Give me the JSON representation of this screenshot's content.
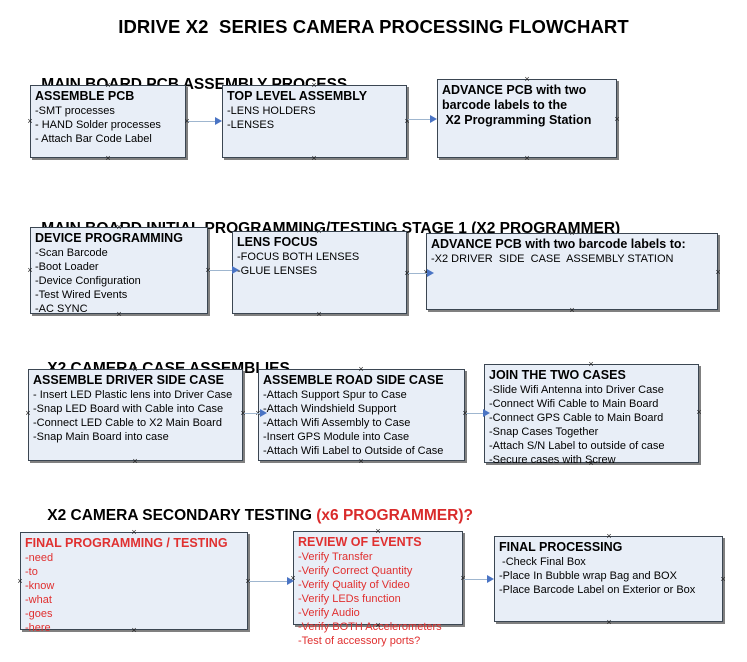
{
  "document": {
    "title": "IDRIVE X2  SERIES CAMERA PROCESSING FLOWCHART"
  },
  "sections": [
    {
      "id": "main-board-pcb-assembly-process",
      "heading": "MAIN BOARD PCB ASSEMBLY PROCESS",
      "heading_accent": "",
      "nodes": [
        {
          "id": "assemble-pcb",
          "title": "ASSEMBLE PCB",
          "lines": [
            "-SMT processes",
            "- HAND Solder processes",
            "- Attach Bar Code Label"
          ],
          "color": "black"
        },
        {
          "id": "top-level-assembly",
          "title": "TOP LEVEL ASSEMBLY",
          "lines": [
            "-LENS HOLDERS",
            "-LENSES"
          ],
          "color": "black"
        },
        {
          "id": "advance-pcb-x2-programming-station",
          "title": "ADVANCE PCB with two",
          "lines": [
            "barcode labels to the",
            " X2 Programming Station"
          ],
          "color": "black"
        }
      ]
    },
    {
      "id": "main-board-initial-programming",
      "heading": "MAIN BOARD INITIAL PROGRAMMING/TESTING STAGE 1 (X2 PROGRAMMER)",
      "heading_accent": "",
      "nodes": [
        {
          "id": "device-programming",
          "title": "DEVICE PROGRAMMING",
          "lines": [
            "-Scan Barcode",
            "-Boot Loader",
            "-Device Configuration",
            "-Test Wired Events",
            "-AC SYNC"
          ],
          "color": "black"
        },
        {
          "id": "lens-focus",
          "title": "LENS FOCUS",
          "lines": [
            "-FOCUS BOTH LENSES",
            "-GLUE LENSES"
          ],
          "color": "black"
        },
        {
          "id": "advance-pcb-driver-side-case",
          "title": "ADVANCE PCB with two barcode labels to:",
          "lines": [
            "-X2 DRIVER  SIDE  CASE  ASSEMBLY STATION"
          ],
          "color": "black"
        }
      ]
    },
    {
      "id": "x2-camera-case-assemblies",
      "heading": "X2 CAMERA CASE ASSEMBLIES",
      "heading_accent": "",
      "nodes": [
        {
          "id": "assemble-driver-side-case",
          "title": "ASSEMBLE DRIVER SIDE CASE",
          "lines": [
            "- Insert LED Plastic lens into Driver Case",
            "-Snap LED Board with Cable into Case",
            "-Connect LED Cable to X2 Main Board",
            "-Snap Main Board into case"
          ],
          "color": "black"
        },
        {
          "id": "assemble-road-side-case",
          "title": "ASSEMBLE ROAD SIDE CASE",
          "lines": [
            "-Attach Support Spur to Case",
            "-Attach Windshield Support",
            "-Attach Wifi Assembly to Case",
            "-Insert GPS Module into Case",
            "-Attach Wifi Label to Outside of Case"
          ],
          "color": "black"
        },
        {
          "id": "join-the-two-cases",
          "title": "JOIN THE TWO CASES",
          "lines": [
            "-Slide Wifi Antenna into Driver Case",
            "-Connect Wifi Cable to Main Board",
            "-Connect GPS Cable to Main Board",
            "-Snap Cases Together",
            "-Attach S/N Label to outside of case",
            "-Secure cases with Screw"
          ],
          "color": "black"
        }
      ]
    },
    {
      "id": "x2-camera-secondary-testing",
      "heading": "X2 CAMERA SECONDARY TESTING ",
      "heading_accent": "(x6 PROGRAMMER)?",
      "nodes": [
        {
          "id": "final-programming-testing",
          "title": "FINAL PROGRAMMING / TESTING",
          "lines": [
            "-need",
            "-to",
            "-know",
            "-what",
            "-goes",
            "-here"
          ],
          "color": "red"
        },
        {
          "id": "review-of-events",
          "title": "REVIEW OF EVENTS",
          "lines": [
            "-Verify Transfer",
            "-Verify Correct Quantity",
            "-Verify Quality of Video",
            "-Verify LEDs function",
            "-Verify Audio",
            "-Verify BOTH Accelerometers",
            "-Test of accessory ports?"
          ],
          "color": "red"
        },
        {
          "id": "final-processing",
          "title": "FINAL PROCESSING",
          "lines": [
            " -Check Final Box",
            "-Place In Bubble wrap Bag and BOX",
            "-Place Barcode Label on Exterior or Box"
          ],
          "color": "black"
        }
      ]
    }
  ],
  "connectors": [
    {
      "id": "assemble-pcb-to-top-level-assembly"
    },
    {
      "id": "top-level-assembly-to-advance-pcb"
    },
    {
      "id": "device-programming-to-lens-focus"
    },
    {
      "id": "lens-focus-to-advance-pcb"
    },
    {
      "id": "driver-side-to-road-side"
    },
    {
      "id": "road-side-to-join-cases"
    },
    {
      "id": "final-programming-to-review-of-events"
    },
    {
      "id": "review-of-events-to-final-processing"
    }
  ],
  "colors": {
    "node_fill": "#e8eef7",
    "node_border": "#3b4652",
    "node_shadow": "#808080",
    "connector_line": "#9fb6cf",
    "connector_head": "#4a74c4",
    "accent_red": "#d92b2b",
    "text_red": "#e03030",
    "text_black": "#000000",
    "background": "#ffffff"
  }
}
